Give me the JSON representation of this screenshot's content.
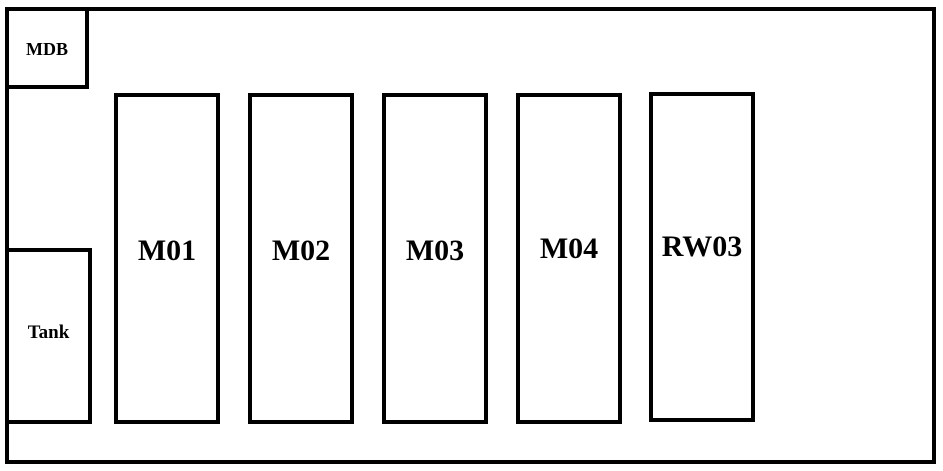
{
  "diagram": {
    "zones": {
      "mdb": {
        "label": "MDB"
      },
      "tank": {
        "label": "Tank"
      }
    },
    "units": [
      {
        "id": "m01",
        "label": "M01"
      },
      {
        "id": "m02",
        "label": "M02"
      },
      {
        "id": "m03",
        "label": "M03"
      },
      {
        "id": "m04",
        "label": "M04"
      },
      {
        "id": "rw03",
        "label": "RW03"
      }
    ]
  }
}
